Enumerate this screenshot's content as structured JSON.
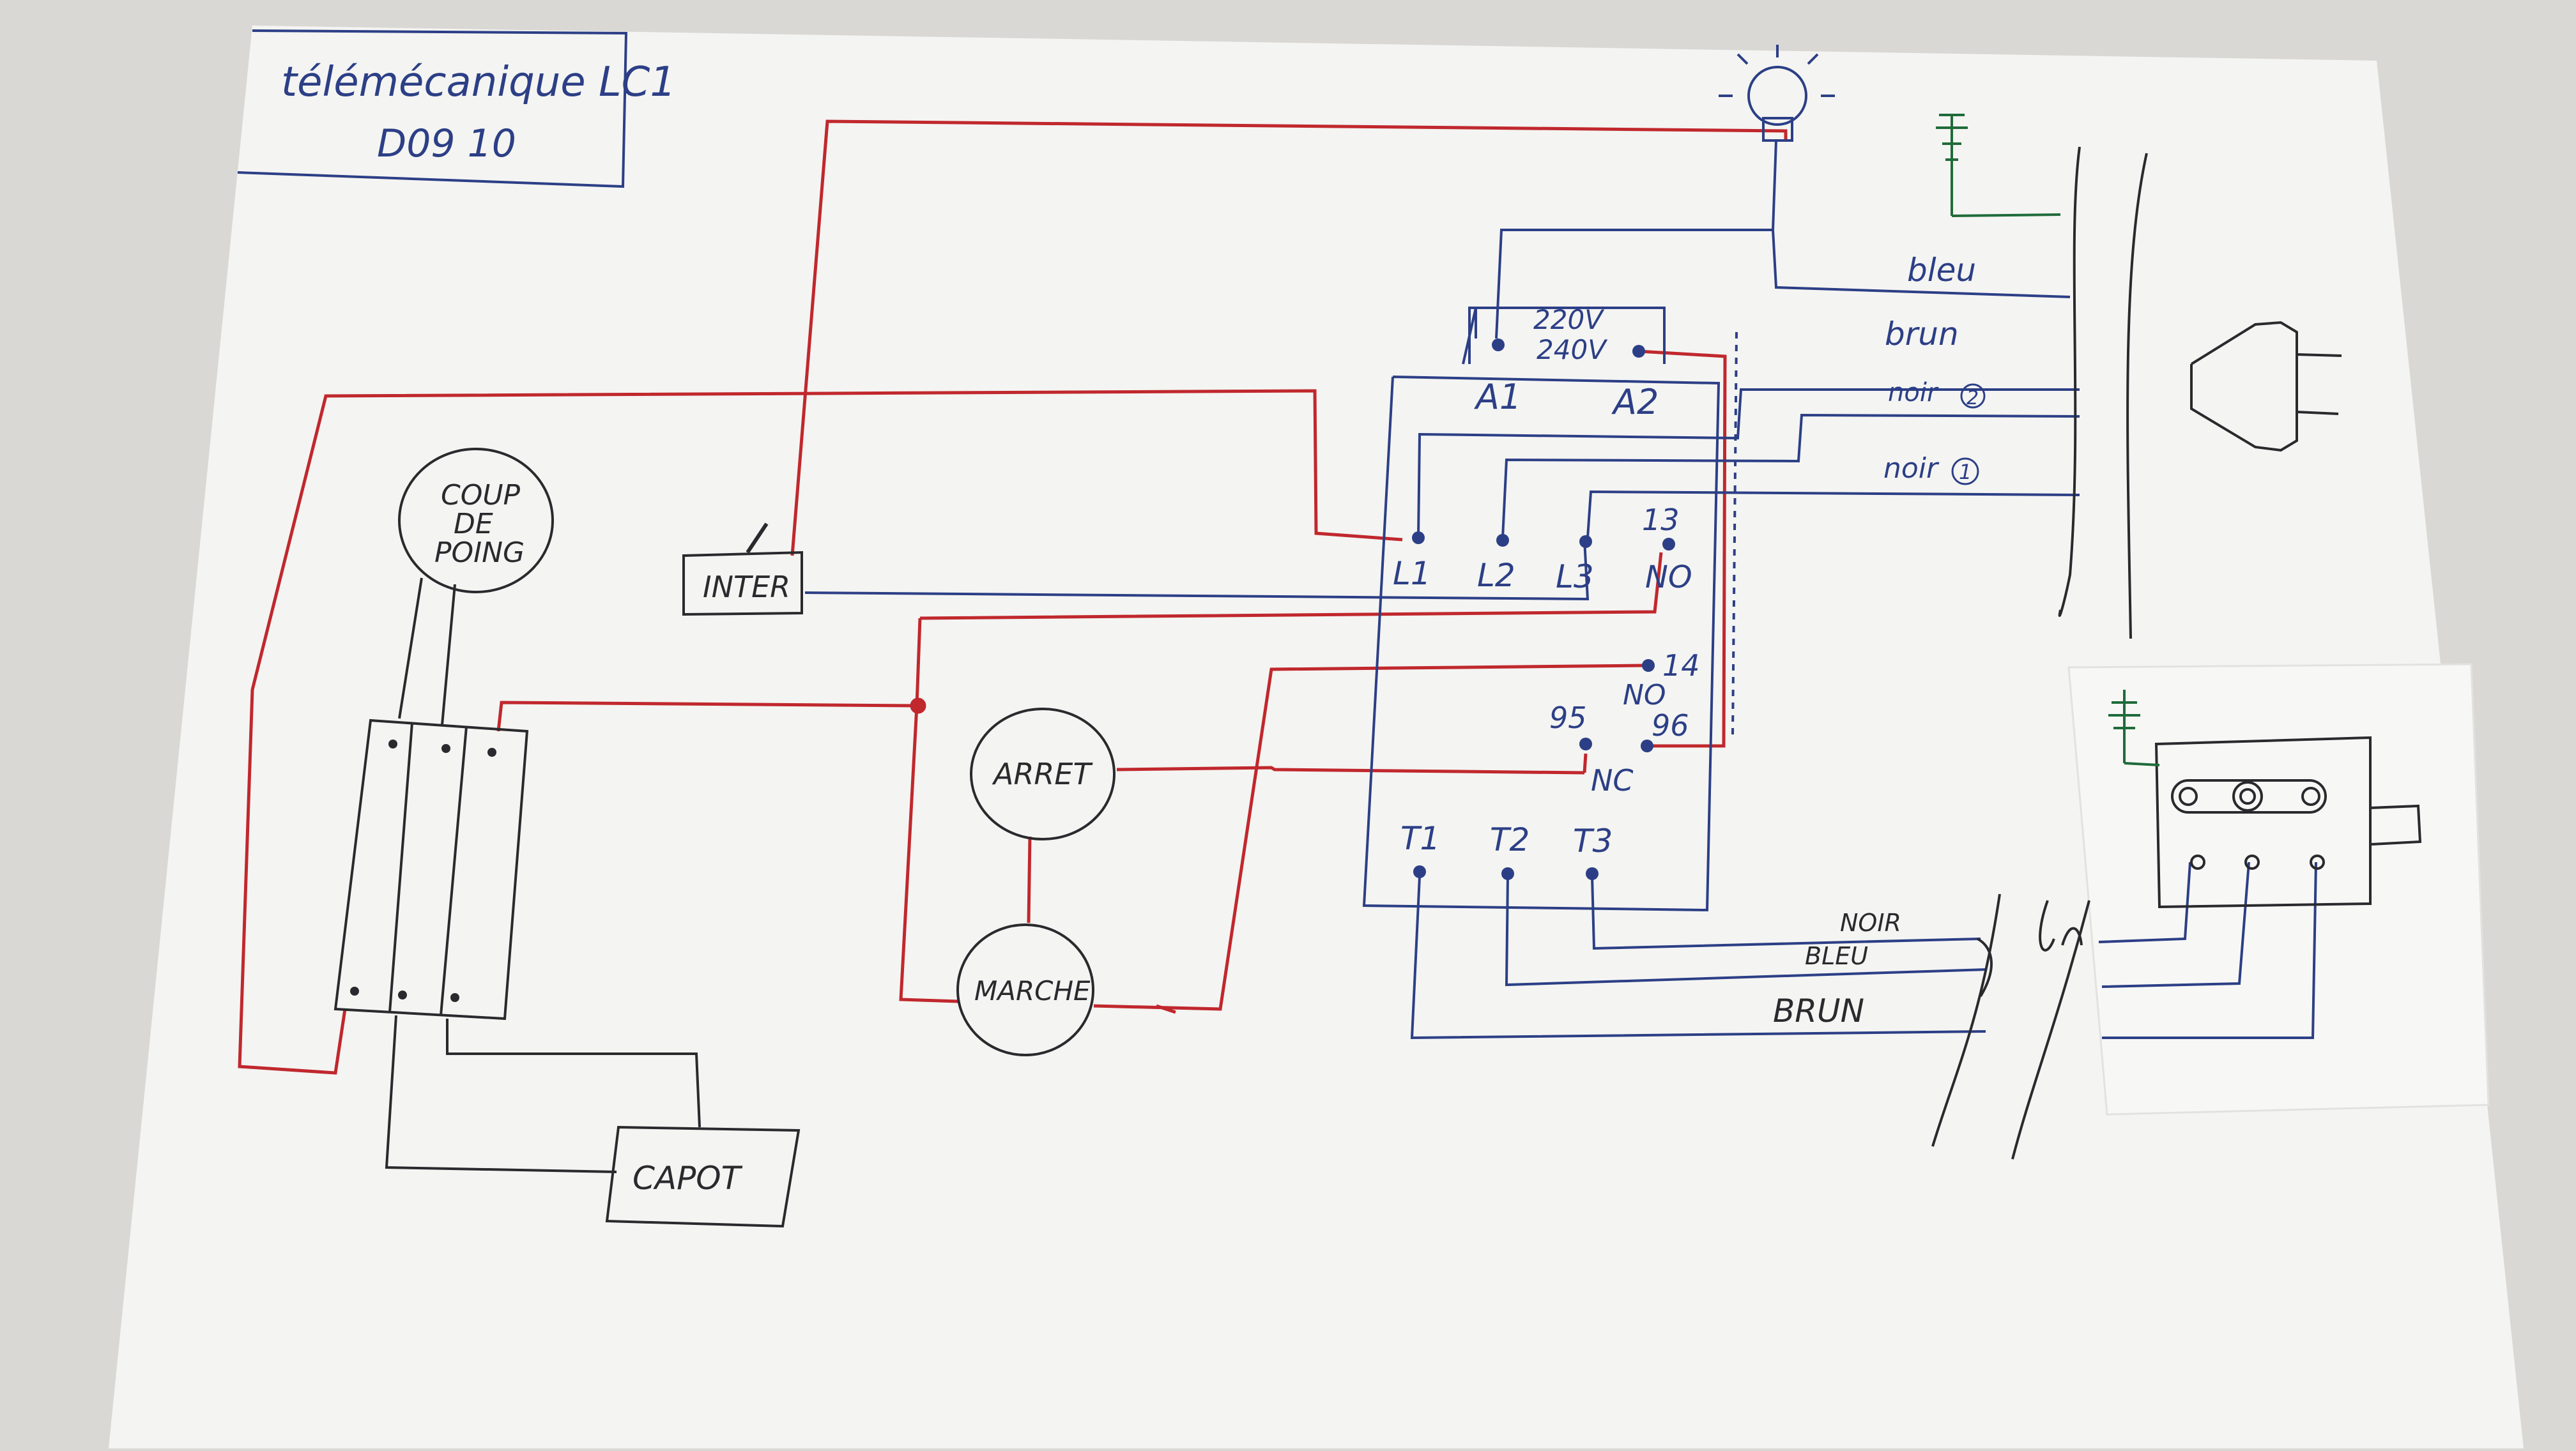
{
  "title": {
    "line1": "télémécanique LC1",
    "line2": "D09 10"
  },
  "components": {
    "coup_de_poing": [
      "COUP",
      "DE",
      "POING"
    ],
    "inter": "INTER",
    "arret": "ARRET",
    "marche": "MARCHE",
    "capot": "CAPOT"
  },
  "contactor": {
    "coil_voltage_1": "220V",
    "coil_voltage_2": "240V",
    "a1": "A1",
    "a2": "A2",
    "l1": "L1",
    "l2": "L2",
    "l3": "L3",
    "t1": "T1",
    "t2": "T2",
    "t3": "T3",
    "no_13": "13",
    "no_label_top": "NO",
    "no_14": "14",
    "no_label_bottom": "NO",
    "nc_95": "95",
    "nc_96": "96",
    "nc_label": "NC"
  },
  "supply_wires": {
    "bleu": "bleu",
    "brun": "brun",
    "noir2": "noir",
    "noir2_num": "2",
    "noir1": "noir",
    "noir1_num": "1"
  },
  "motor_wires": {
    "noir": "NOIR",
    "bleu": "BLEU",
    "brun": "BRUN"
  },
  "colors": {
    "paper": "#f4f4f2",
    "red_wire": "#c0282d",
    "blue_ink": "#2c3f86",
    "black_ink": "#2a2a2e",
    "earth_green": "#1f6b3a"
  }
}
